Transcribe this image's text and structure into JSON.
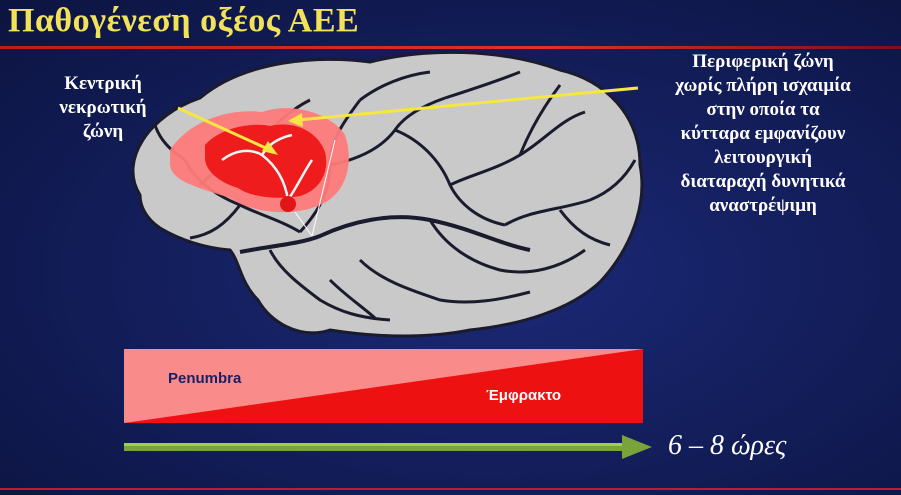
{
  "slide": {
    "title": "Παθογένεση οξέος ΑΕΕ",
    "central_zone_lines": [
      "Κεντρική",
      "νεκρωτική",
      "ζώνη"
    ],
    "peripheral_zone_lines": [
      "Περιφερική ζώνη",
      "χωρίς πλήρη ισχαιμία",
      "στην οποία τα",
      "κύτταρα εμφανίζουν",
      "λειτουργική",
      "διαταραχή δυνητικά",
      "αναστρέψιμη"
    ],
    "penumbra_label": "Penumbra",
    "infarct_label": "Έμφρακτο",
    "time_label": "6 – 8 ώρες"
  },
  "colors": {
    "title": "#f2e25a",
    "background": "#141f5e",
    "brain": "#c9c9c9",
    "penumbra_zone": "#ff7b7b",
    "core_zone": "#ee1c1c",
    "pointer_arrows": "#f5e642",
    "time_arrow": "#7aa33a",
    "penumbra_bar": "#f98b8b",
    "infarct_bar": "#ee1111"
  },
  "icons": [
    "brain-illustration",
    "time-arrow-icon"
  ]
}
